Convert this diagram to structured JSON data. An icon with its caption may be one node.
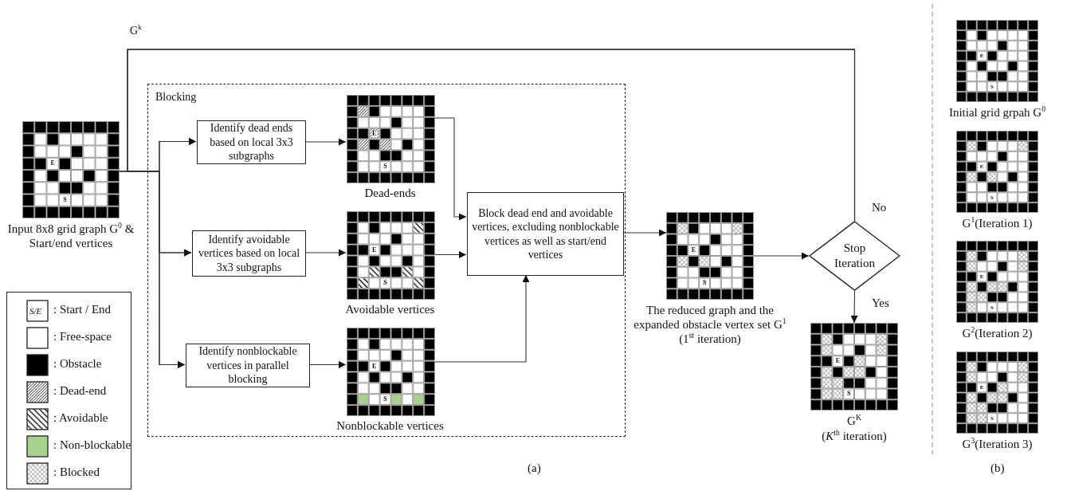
{
  "diagram": {
    "nodes": [
      {
        "text": [
          "E",
          "S"
        ],
        "beside": [
          "Input 8x8 grid graph G$^{0}$ & Start/end vertices"
        ]
      },
      {
        "text": [
          "Blocking"
        ]
      },
      {
        "text": [
          "Identify dead ends based on local 3x3 subgraphs"
        ],
        "in": 1
      },
      {
        "text": [
          "Identify avoidable vertices based on local 3x3 subgraphs"
        ],
        "in": 1
      },
      {
        "text": [
          "Identify nonblockable vertices in parallel blocking"
        ],
        "in": 1
      },
      {
        "text": [
          "E",
          "S"
        ],
        "beside": [
          "Dead-ends"
        ],
        "in": 1
      },
      {
        "text": [
          "E",
          "S"
        ],
        "beside": [
          "Avoidable vertices"
        ],
        "in": 1
      },
      {
        "text": [
          "E",
          "S"
        ],
        "beside": [
          "Nonblockable vertices"
        ],
        "in": 1
      },
      {
        "text": [
          "Block dead end and avoidable vertices, excluding nonblockable vertices as well as start/end vertices"
        ],
        "in": 1
      },
      {
        "text": [
          "E",
          "S"
        ],
        "beside": [
          "The reduced graph and the expanded obstacle vertex set G$^{1}$ (1$^{st}$ iteration)"
        ]
      },
      {
        "text": [
          "Stop Iteration"
        ]
      },
      {
        "text": [
          "E",
          "S"
        ],
        "beside": [
          "G$^{K}$",
          "(*K*$^{th}$ iteration)"
        ]
      },
      {
        "text": [
          "E",
          "S"
        ],
        "beside": [
          "Initial grid grpah G$^{0}$"
        ]
      },
      {
        "text": [
          "E",
          "S"
        ],
        "beside": [
          "G$^{1}$(Iteration 1)"
        ]
      },
      {
        "text": [
          "E",
          "S"
        ],
        "beside": [
          "G$^{2}$(Iteration 2)"
        ]
      },
      {
        "text": [
          "E",
          "S"
        ],
        "beside": [
          "G$^{3}$(Iteration 3)"
        ]
      }
    ],
    "edges": [
      {
        "from": 0,
        "to": 2,
        "arrow": "to"
      },
      {
        "from": 0,
        "to": 3,
        "arrow": "to"
      },
      {
        "from": 0,
        "to": 4,
        "arrow": "to"
      },
      {
        "from": 2,
        "to": 5,
        "arrow": "to"
      },
      {
        "from": 3,
        "to": 6,
        "arrow": "to"
      },
      {
        "from": 4,
        "to": 7,
        "arrow": "to"
      },
      {
        "from": 5,
        "to": 8,
        "arrow": "to"
      },
      {
        "from": 6,
        "to": 8,
        "arrow": "to"
      },
      {
        "from": 7,
        "to": 8,
        "arrow": "to"
      },
      {
        "from": 8,
        "to": 9,
        "arrow": "to"
      },
      {
        "from": 9,
        "to": 10,
        "arrow": "to"
      },
      {
        "from": 10,
        "to": 11,
        "arrow": "to",
        "label": "Yes"
      },
      {
        "from": 10,
        "to": 2,
        "arrow": "to",
        "label": "No"
      },
      {
        "from": 10,
        "to": 3,
        "arrow": "to"
      },
      {
        "from": 10,
        "to": 4,
        "arrow": "to"
      }
    ],
    "labels": [
      "G$^{k}$",
      "S/E",
      "(a)",
      "(b)"
    ],
    "legend": [
      {
        "text": ": Start / End"
      },
      {
        "text": ": Free-space",
        "color": "#ffffff"
      },
      {
        "text": ": Obstacle",
        "color": "#000000"
      },
      {
        "text": ": Dead-end"
      },
      {
        "text": ": Avoidable"
      },
      {
        "text": ": Non-blockable",
        "color": "#a9d18e"
      },
      {
        "text": ": Blocked"
      }
    ]
  }
}
